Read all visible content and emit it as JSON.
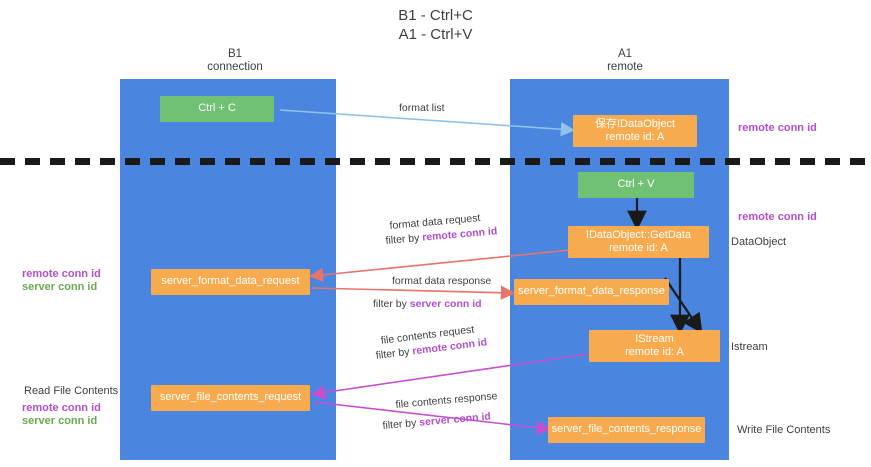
{
  "title": "B1 - Ctrl+C\nA1 - Ctrl+V",
  "colors": {
    "lane": "#4a86e0",
    "green_box": "#71c174",
    "orange_box": "#f8ab4e",
    "remote_conn_id": "#b14fcf",
    "server_conn_id": "#6aa84f",
    "arrow_blue": "#8fc3e8",
    "arrow_red": "#e8736b",
    "arrow_magenta": "#c64fd0",
    "arrow_black": "#1a1a1a",
    "divider": "#1a1a1a",
    "text": "#3c4043"
  },
  "lanes": [
    {
      "name": "b1-connection",
      "header": "B1\nconnection"
    },
    {
      "name": "a1-remote",
      "header": "A1\nremote"
    }
  ],
  "nodes": [
    {
      "name": "ctrl-c-box",
      "label": "Ctrl + C",
      "kind": "green"
    },
    {
      "name": "save-idataobject-box",
      "label": "保存IDataObject\nremote id: A",
      "kind": "orange"
    },
    {
      "name": "ctrl-v-box",
      "label": "Ctrl + V",
      "kind": "green"
    },
    {
      "name": "idataobject-getdata-box",
      "label": "IDataObject::GetData\nremote id: A",
      "kind": "orange"
    },
    {
      "name": "server-format-data-request-box",
      "label": "server_format_data_request",
      "kind": "orange"
    },
    {
      "name": "server-format-data-response-box",
      "label": "server_format_data_response",
      "kind": "orange"
    },
    {
      "name": "istream-box",
      "label": "IStream\nremote id: A",
      "kind": "orange"
    },
    {
      "name": "server-file-contents-request-box",
      "label": "server_file_contents_request",
      "kind": "orange"
    },
    {
      "name": "server-file-contents-response-box",
      "label": "server_file_contents_response",
      "kind": "orange"
    }
  ],
  "edge_labels": {
    "format_list": "format list",
    "format_data_request": "format data request",
    "format_data_request_filter_prefix": "filter by ",
    "format_data_request_filter_key": "remote conn id",
    "format_data_response": "format data response",
    "format_data_response_filter_prefix": "filter by ",
    "format_data_response_filter_key": "server conn id",
    "file_contents_request": "file contents request",
    "file_contents_request_filter_prefix": "filter by ",
    "file_contents_request_filter_key": "remote conn id",
    "file_contents_response": "file contents response",
    "file_contents_response_filter_prefix": "filter by ",
    "file_contents_response_filter_key": "server conn id"
  },
  "annotations": {
    "right_remote_conn_id_top": "remote conn id",
    "right_remote_conn_id_mid": "remote conn id",
    "right_dataobject": "DataObject",
    "right_istream": "Istream",
    "right_write_file_contents": "Write File Contents",
    "left_remote_conn_id_mid": "remote conn id",
    "left_server_conn_id_mid": "server conn id",
    "left_read_file_contents": "Read File Contents",
    "left_remote_conn_id_bottom": "remote conn id",
    "left_server_conn_id_bottom": "server conn id"
  }
}
